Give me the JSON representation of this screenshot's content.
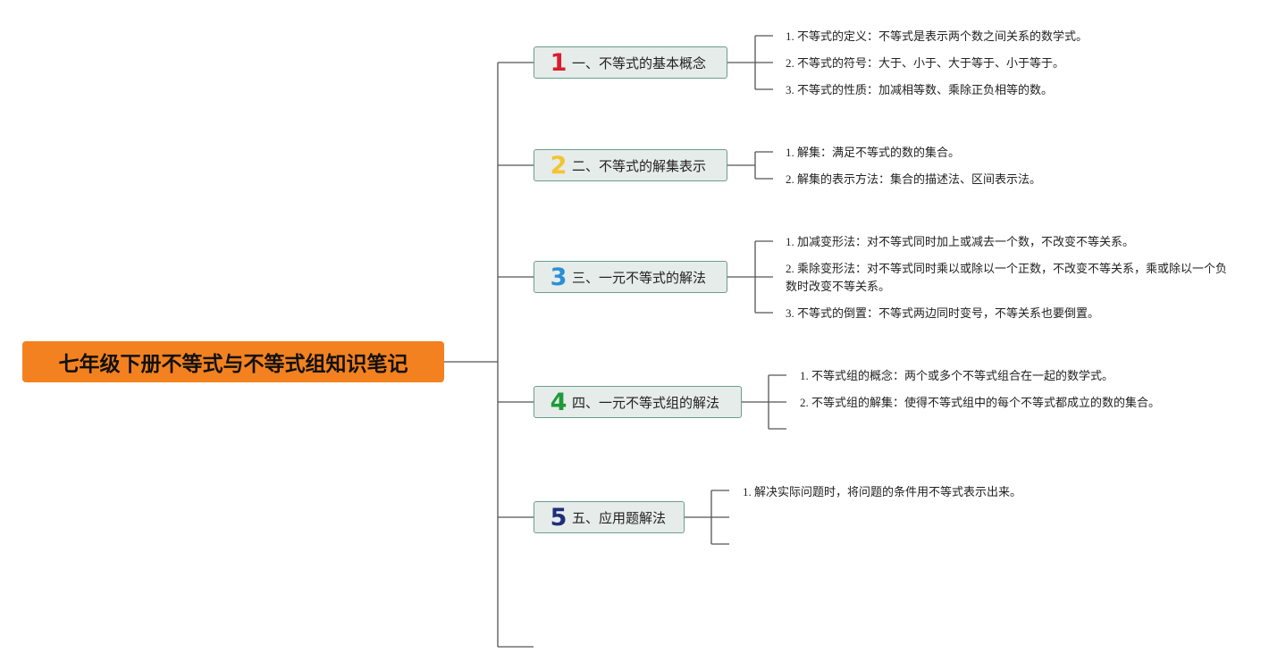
{
  "root": {
    "title": "七年级下册不等式与不等式组知识笔记"
  },
  "topics": [
    {
      "number": "1",
      "number_color": "#d81e2c",
      "label": "一、不等式的基本概念",
      "items": [
        "1. 不等式的定义：不等式是表示两个数之间关系的数学式。",
        "2. 不等式的符号：大于、小于、大于等于、小于等于。",
        "3. 不等式的性质：加减相等数、乘除正负相等的数。"
      ]
    },
    {
      "number": "2",
      "number_color": "#f2c530",
      "label": "二、不等式的解集表示",
      "items": [
        "1. 解集：满足不等式的数的集合。",
        "2. 解集的表示方法：集合的描述法、区间表示法。"
      ]
    },
    {
      "number": "3",
      "number_color": "#2b8fd6",
      "label": "三、一元不等式的解法",
      "items": [
        "1. 加减变形法：对不等式同时加上或减去一个数，不改变不等关系。",
        "2. 乘除变形法：对不等式同时乘以或除以一个正数，不改变不等关系，乘或除以一个负数时改变不等关系。",
        "3. 不等式的倒置：不等式两边同时变号，不等关系也要倒置。"
      ]
    },
    {
      "number": "4",
      "number_color": "#1f9a3a",
      "label": "四、一元不等式组的解法",
      "items": [
        "1. 不等式组的概念：两个或多个不等式组合在一起的数学式。",
        "2. 不等式组的解集：使得不等式组中的每个不等式都成立的数的集合。"
      ]
    },
    {
      "number": "5",
      "number_color": "#1f2f7a",
      "label": "五、应用题解法",
      "items": [
        "1. 解决实际问题时，将问题的条件用不等式表示出来。"
      ]
    }
  ]
}
